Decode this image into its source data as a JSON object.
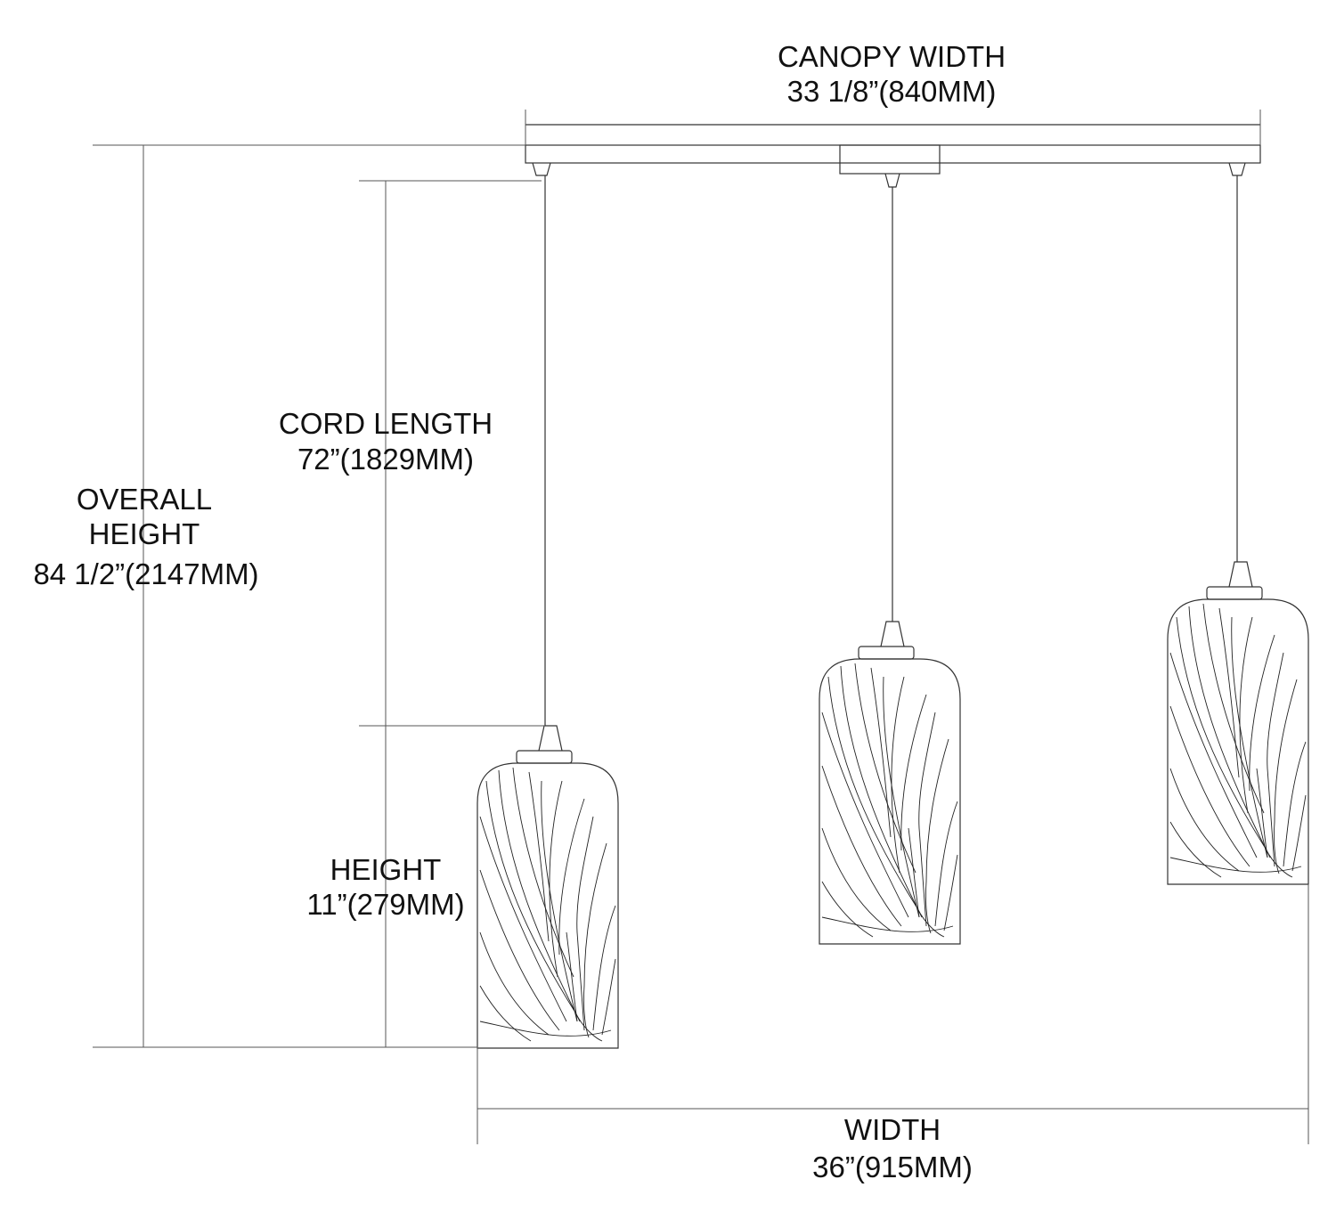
{
  "dimensions": {
    "canopy_width": {
      "label": "CANOPY WIDTH",
      "value": "33 1/8”(840MM)"
    },
    "overall_height": {
      "label_line1": "OVERALL",
      "label_line2": "HEIGHT",
      "value": "84 1/2”(2147MM)"
    },
    "cord_length": {
      "label": "CORD LENGTH",
      "value": "72”(1829MM)"
    },
    "height": {
      "label": "HEIGHT",
      "value": "11”(279MM)"
    },
    "width": {
      "label": "WIDTH",
      "value": "36”(915MM)"
    }
  },
  "colors": {
    "line": "#333333",
    "text": "#111111"
  }
}
